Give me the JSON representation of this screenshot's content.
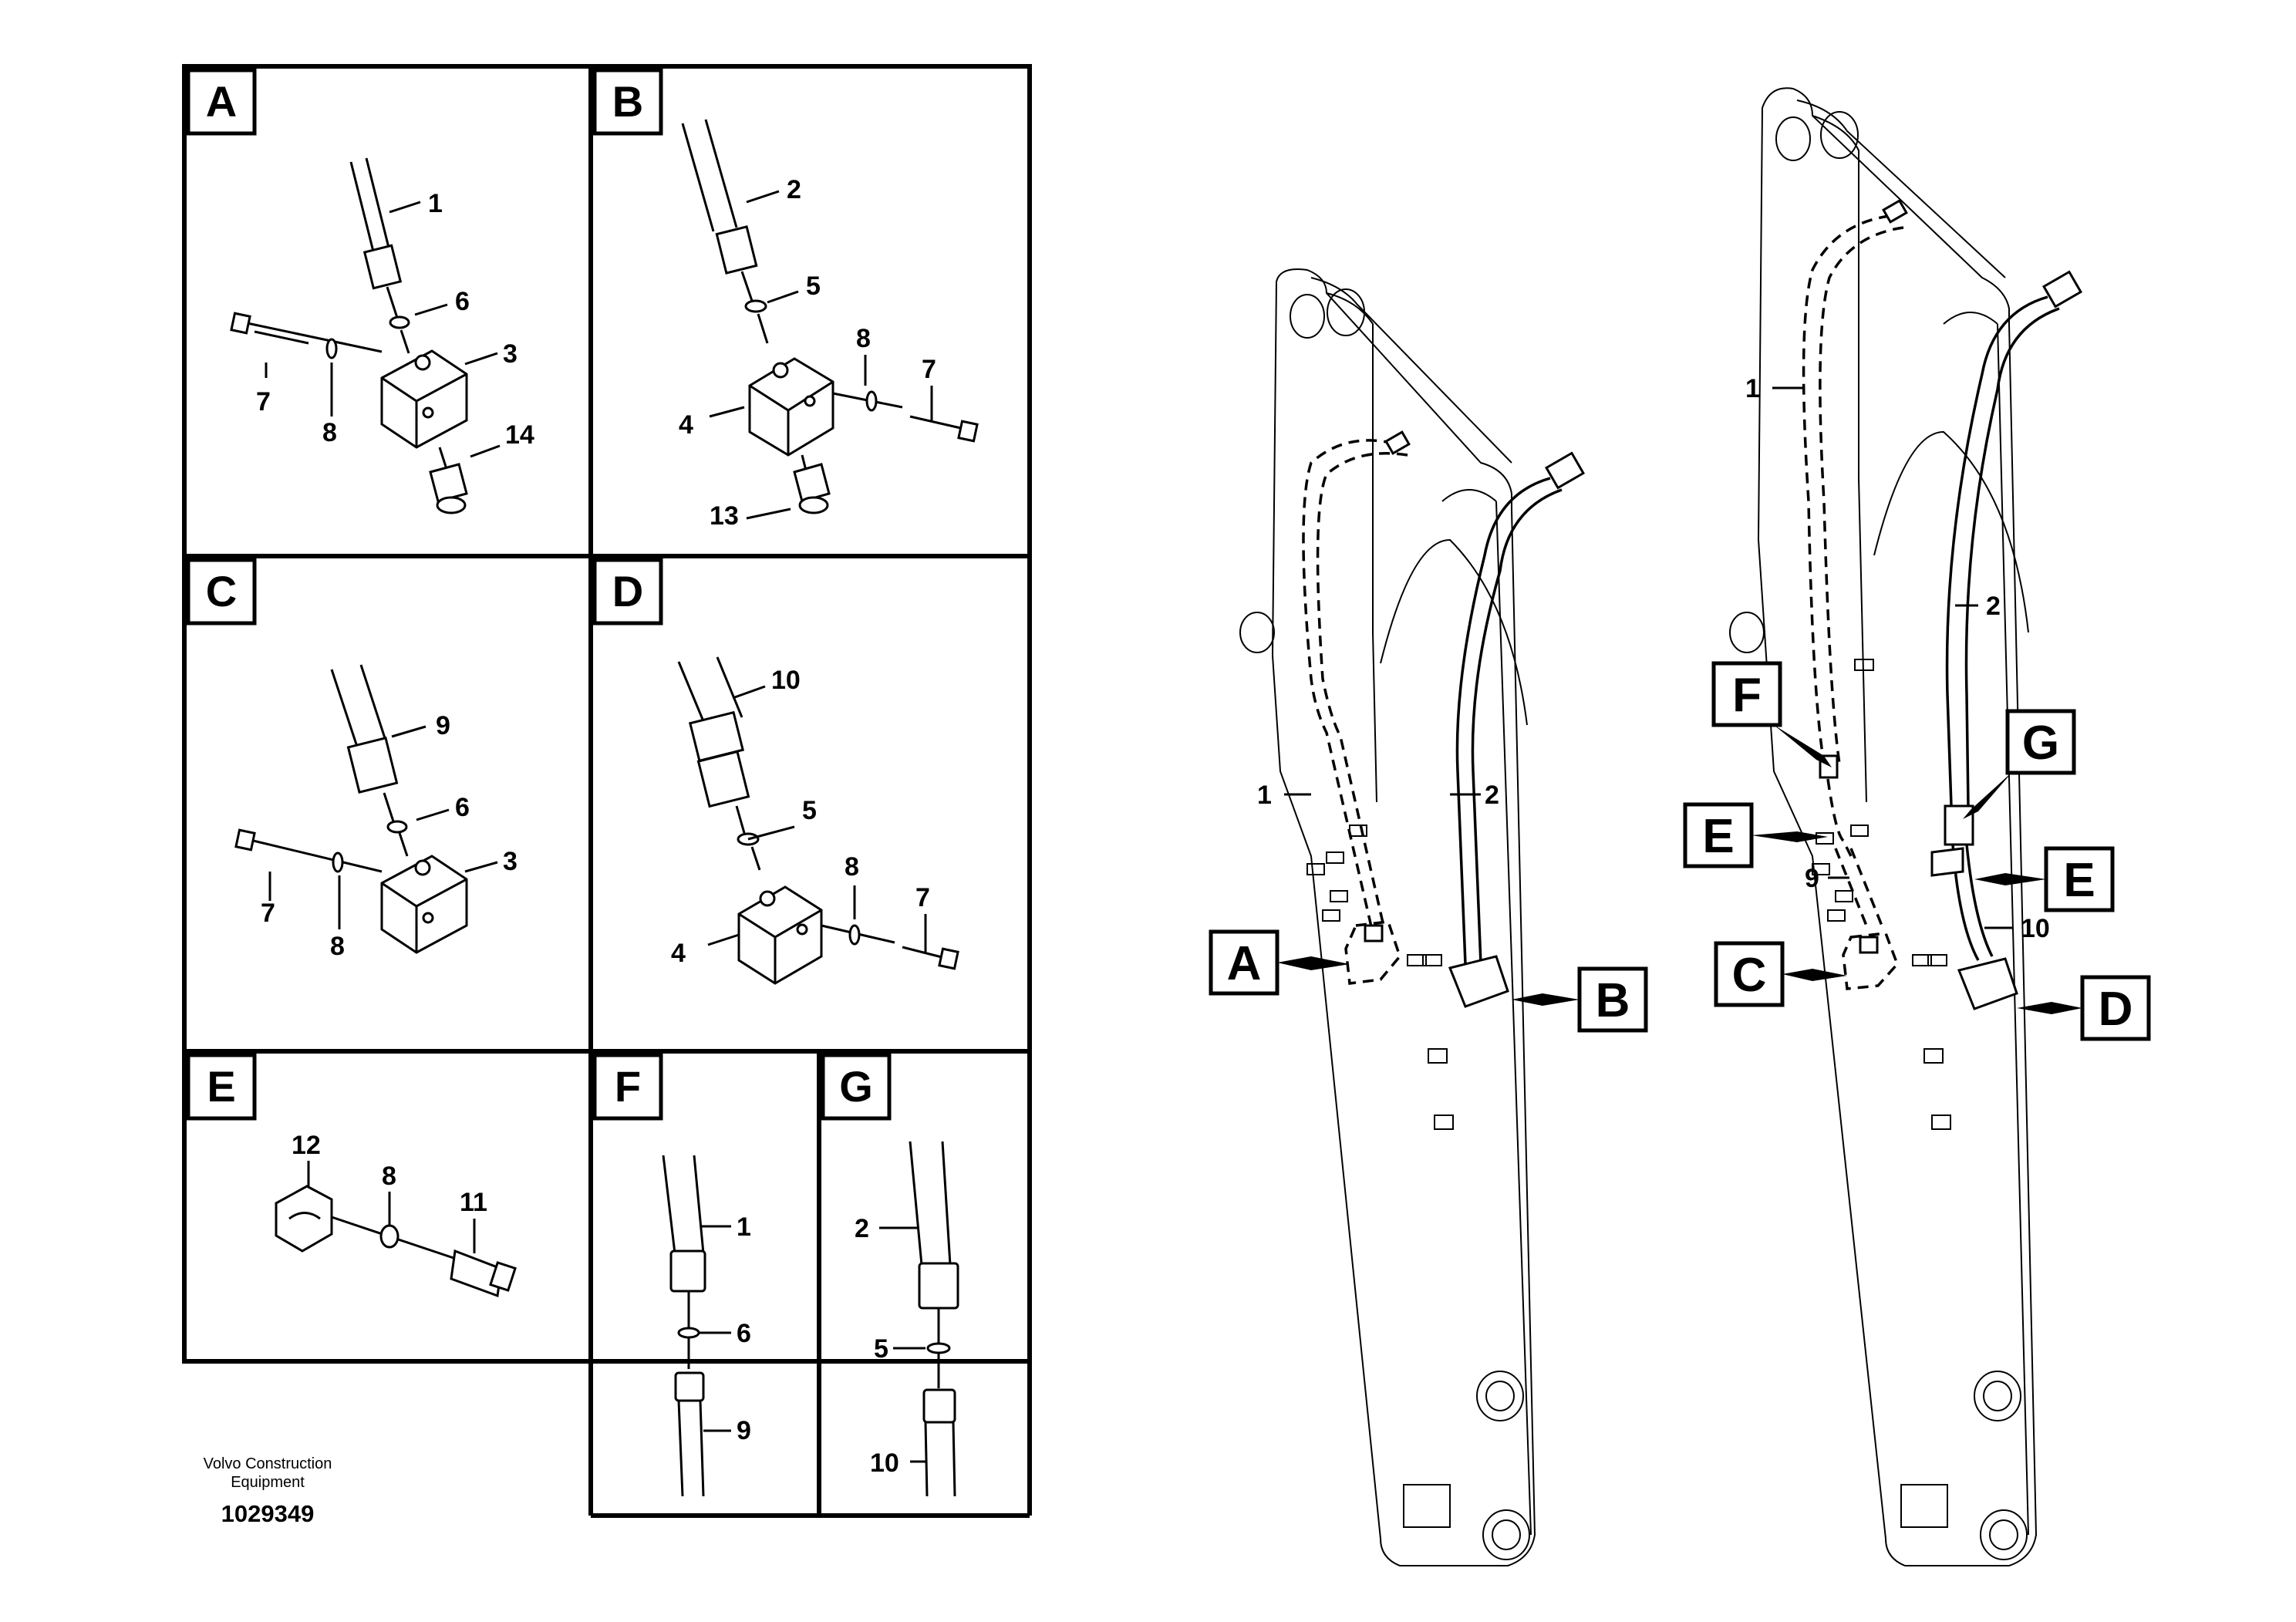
{
  "panels": {
    "A": {
      "letter": "A",
      "callouts": [
        "1",
        "6",
        "3",
        "7",
        "8",
        "14"
      ]
    },
    "B": {
      "letter": "B",
      "callouts": [
        "2",
        "5",
        "8",
        "7",
        "4",
        "13"
      ]
    },
    "C": {
      "letter": "C",
      "callouts": [
        "9",
        "6",
        "3",
        "7",
        "8"
      ]
    },
    "D": {
      "letter": "D",
      "callouts": [
        "10",
        "5",
        "8",
        "7",
        "4"
      ]
    },
    "E": {
      "letter": "E",
      "callouts": [
        "12",
        "8",
        "11"
      ]
    },
    "F": {
      "letter": "F",
      "callouts": [
        "1",
        "6",
        "9"
      ]
    },
    "G": {
      "letter": "G",
      "callouts": [
        "2",
        "5",
        "10"
      ]
    }
  },
  "boom_left": {
    "hose_labels": [
      "1",
      "2"
    ],
    "flags": [
      "A",
      "B"
    ]
  },
  "boom_right": {
    "hose_labels": [
      "1",
      "2",
      "9",
      "10"
    ],
    "flags": [
      "F",
      "G",
      "E",
      "E",
      "C",
      "D"
    ]
  },
  "footer": {
    "brand_line1": "Volvo Construction",
    "brand_line2": "Equipment",
    "drawing_number": "1029349"
  }
}
